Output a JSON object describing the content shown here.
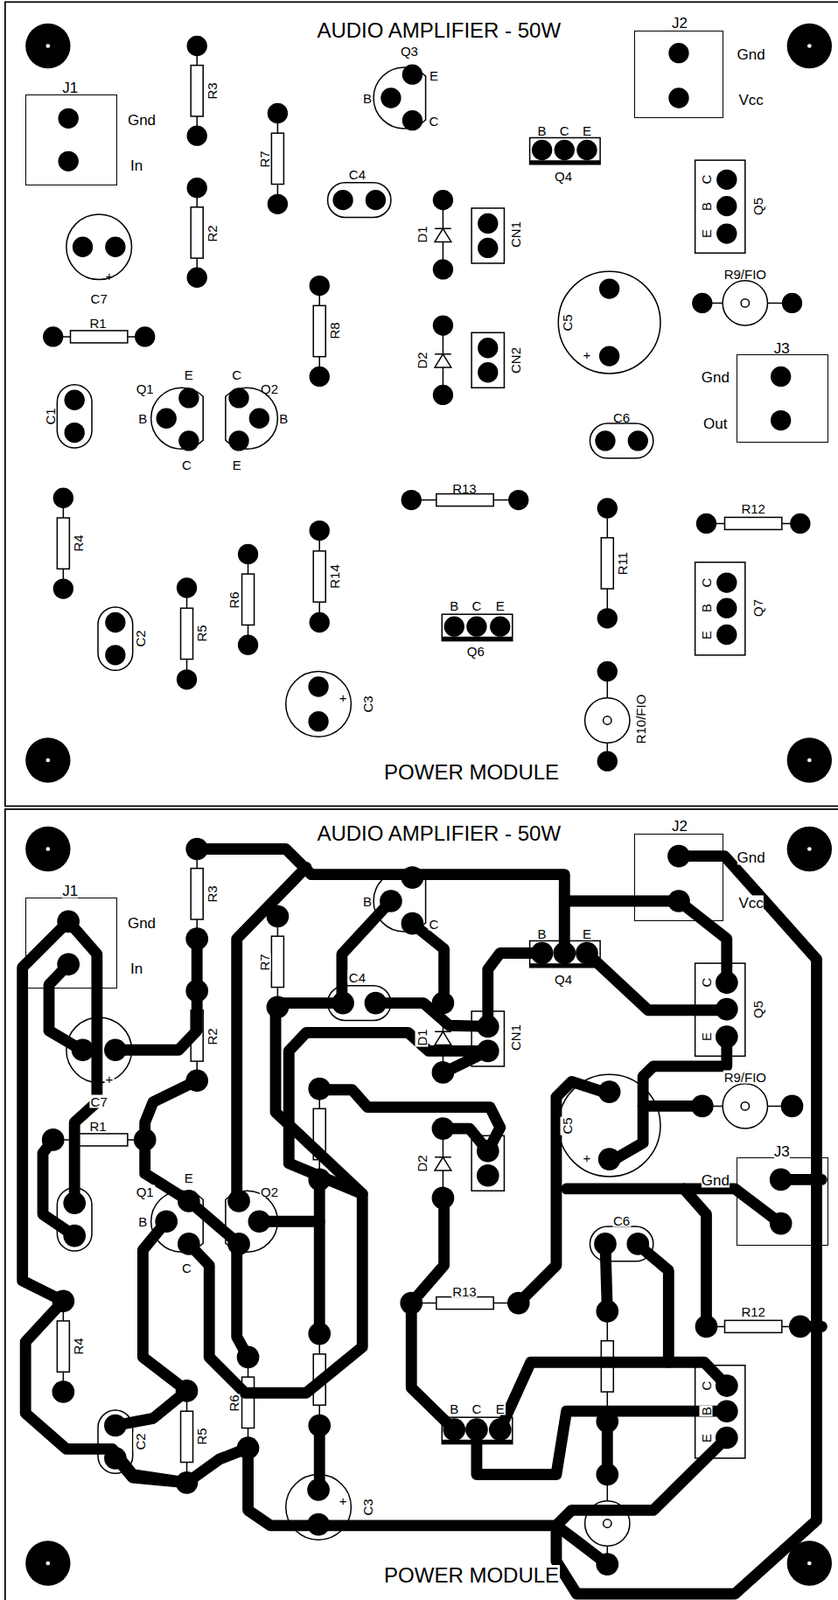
{
  "diagram": {
    "title": "AUDIO AMPLIFIER - 50W",
    "nodes": [
      {
        "text": [
          "J1",
          "Gnd",
          "In"
        ]
      },
      {
        "text": [
          "J2",
          "Gnd",
          "Vcc"
        ]
      },
      {
        "text": [
          "J3",
          "Gnd",
          "Out"
        ]
      },
      {
        "text": [
          "J1",
          "Gnd",
          "In"
        ]
      },
      {
        "text": [
          "J2",
          "Gnd",
          "Vcc"
        ]
      },
      {
        "text": [
          "J3",
          "Gnd"
        ]
      }
    ],
    "labels": [
      "R3",
      "Q3",
      "E",
      "B",
      "C",
      "B",
      "C",
      "E",
      "Q4",
      "R7",
      "C4",
      "C",
      "B",
      "E",
      "Q5",
      "R2",
      "D1",
      "CN1",
      "C7",
      "+",
      "R9/FIO",
      "R1",
      "R8",
      "C5",
      "+",
      "D2",
      "CN2",
      "Q1",
      "E",
      "B",
      "C",
      "C",
      "Q2",
      "B",
      "E",
      "C1",
      "C6",
      "R13",
      "R12",
      "R4",
      "R11",
      "R6",
      "R14",
      "C",
      "B",
      "E",
      "Q7",
      "B",
      "C",
      "E",
      "Q6",
      "C2",
      "R5",
      "+",
      "C3",
      "R10/FIO",
      "POWER MODULE",
      "AUDIO AMPLIFIER - 50W",
      "R3",
      "B",
      "C",
      "C4",
      "B",
      "E",
      "Q4",
      "R7",
      "C",
      "E",
      "Q5",
      "R2",
      "D1",
      "CN1",
      "C7",
      "+",
      "R9/FIO",
      "R1",
      "C5",
      "+",
      "D2",
      "Q1",
      "E",
      "B",
      "C",
      "Q2",
      "C6",
      "R13",
      "R12",
      "R4",
      "R6",
      "C",
      "B",
      "E",
      "B",
      "C",
      "E",
      "C2",
      "R5",
      "+",
      "C3",
      "POWER MODULE"
    ]
  }
}
